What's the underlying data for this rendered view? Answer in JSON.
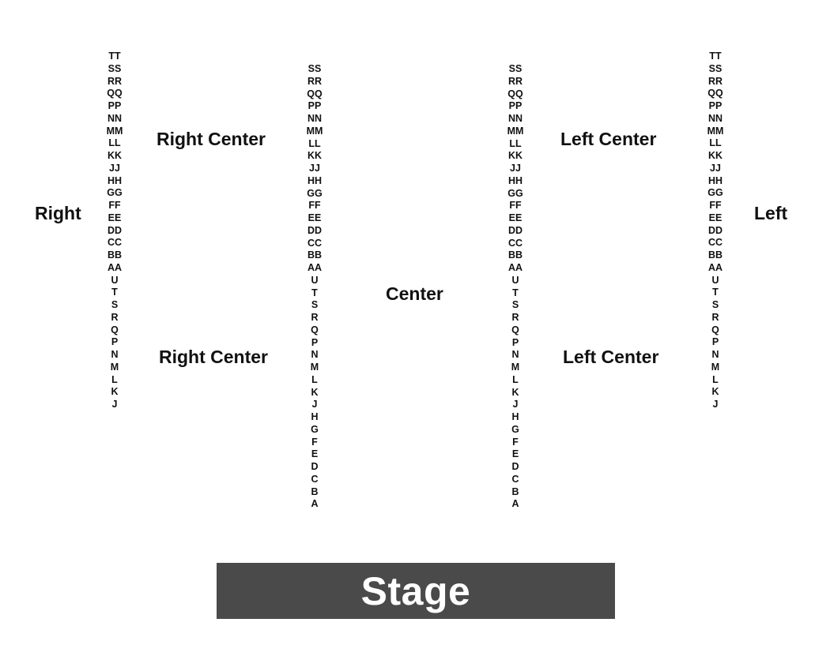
{
  "sections": {
    "right": "Right",
    "right_center_upper": "Right Center",
    "right_center_lower": "Right Center",
    "center": "Center",
    "left_center_upper": "Left Center",
    "left_center_lower": "Left Center",
    "left": "Left"
  },
  "stage": {
    "label": "Stage",
    "color": "#4a4a4a"
  },
  "row_columns": {
    "right_outer": [
      "TT",
      "SS",
      "RR",
      "QQ",
      "PP",
      "NN",
      "MM",
      "LL",
      "KK",
      "JJ",
      "HH",
      "GG",
      "FF",
      "EE",
      "DD",
      "CC",
      "BB",
      "AA",
      "U",
      "T",
      "S",
      "R",
      "Q",
      "P",
      "N",
      "M",
      "L",
      "K",
      "J"
    ],
    "center_right": [
      "SS",
      "RR",
      "QQ",
      "PP",
      "NN",
      "MM",
      "LL",
      "KK",
      "JJ",
      "HH",
      "GG",
      "FF",
      "EE",
      "DD",
      "CC",
      "BB",
      "AA",
      "U",
      "T",
      "S",
      "R",
      "Q",
      "P",
      "N",
      "M",
      "L",
      "K",
      "J",
      "H",
      "G",
      "F",
      "E",
      "D",
      "C",
      "B",
      "A"
    ],
    "center_left": [
      "SS",
      "RR",
      "QQ",
      "PP",
      "NN",
      "MM",
      "LL",
      "KK",
      "JJ",
      "HH",
      "GG",
      "FF",
      "EE",
      "DD",
      "CC",
      "BB",
      "AA",
      "U",
      "T",
      "S",
      "R",
      "Q",
      "P",
      "N",
      "M",
      "L",
      "K",
      "J",
      "H",
      "G",
      "F",
      "E",
      "D",
      "C",
      "B",
      "A"
    ],
    "left_outer": [
      "TT",
      "SS",
      "RR",
      "QQ",
      "PP",
      "NN",
      "MM",
      "LL",
      "KK",
      "JJ",
      "HH",
      "GG",
      "FF",
      "EE",
      "DD",
      "CC",
      "BB",
      "AA",
      "U",
      "T",
      "S",
      "R",
      "Q",
      "P",
      "N",
      "M",
      "L",
      "K",
      "J"
    ]
  }
}
